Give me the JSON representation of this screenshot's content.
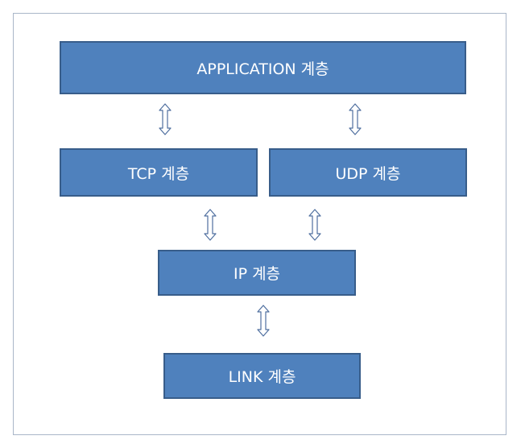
{
  "layers": {
    "application": "APPLICATION 계층",
    "tcp": "TCP 계층",
    "udp": "UDP 계층",
    "ip": "IP 계층",
    "link": "LINK 계층"
  },
  "colors": {
    "box_fill": "#4f81bd",
    "box_border": "#385d8a",
    "box_text": "#ffffff",
    "arrow_stroke": "#4f6f9f",
    "frame_border": "#a9b6c8"
  },
  "icons": {
    "connector": "double-headed-vertical-arrow-icon"
  }
}
